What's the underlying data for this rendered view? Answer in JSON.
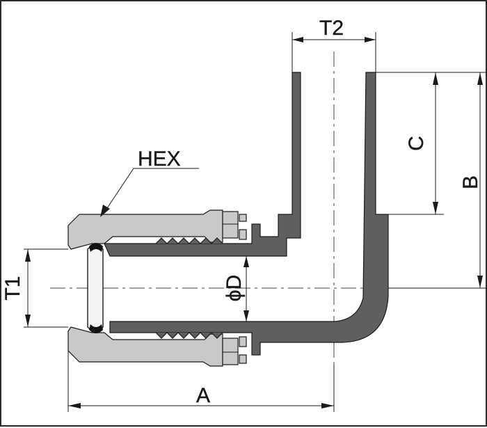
{
  "labels": {
    "hex": "HEX",
    "t2": "T2",
    "c": "C",
    "b": "B",
    "t1": "T1",
    "d": "ϕD",
    "a": "A"
  }
}
